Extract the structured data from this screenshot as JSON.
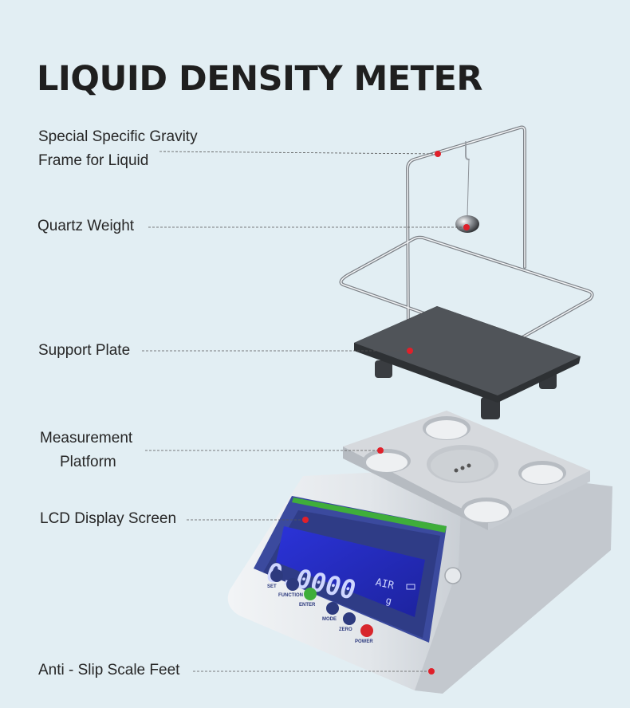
{
  "title": "LIQUID DENSITY METER",
  "labels": {
    "frame_line1": "Special Specific Gravity",
    "frame_line2": "Frame for Liquid",
    "quartz": "Quartz Weight",
    "support": "Support Plate",
    "platform_line1": "Measurement",
    "platform_line2": "Platform",
    "lcd": "LCD Display Screen",
    "feet": "Anti - Slip Scale Feet"
  },
  "device": {
    "display_value": "0.0000",
    "display_mode": "AIR",
    "display_unit": "g",
    "buttons": [
      "SET",
      "FUNCTION",
      "ENTER",
      "MODE",
      "ZERO",
      "POWER"
    ]
  },
  "colors": {
    "background": "#e2eef3",
    "marker": "#e0202a",
    "accent_green": "#3fae3a",
    "display_blue": "#2a2fd0",
    "panel_blue": "#3b4a9e"
  }
}
